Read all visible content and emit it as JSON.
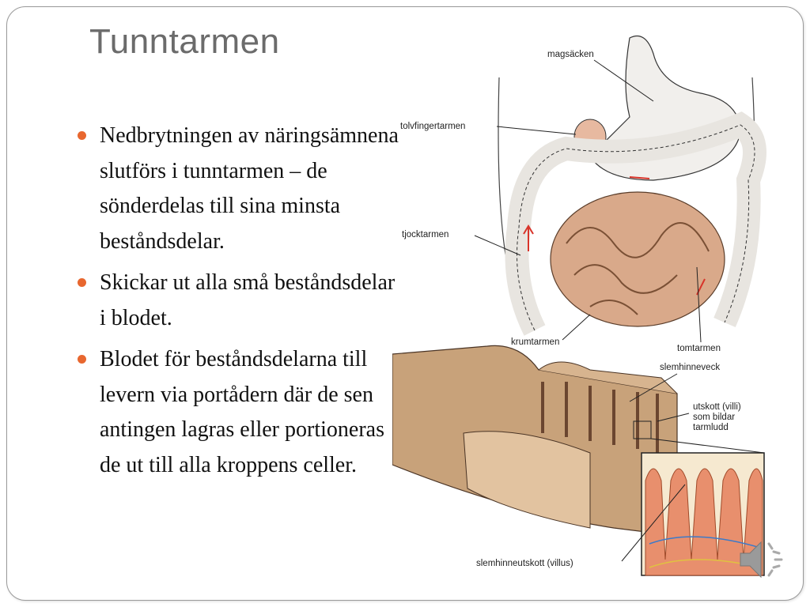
{
  "slide": {
    "title": "Tunntarmen",
    "bullets": [
      "Nedbrytningen av näringsämnena slutförs i tunntarmen – de sönderdelas till sina minsta beståndsdelar.",
      "Skickar ut alla små beståndsdelar i  blodet.",
      "Blodet för beståndsdelarna till levern via portådern där de sen antingen lagras eller portioneras de ut till alla kroppens celler."
    ]
  },
  "figure": {
    "labels": {
      "stomach": "magsäcken",
      "duodenum": "tolvfingertarmen",
      "colon": "tjocktarmen",
      "ileum": "krumtarmen",
      "jejunum": "tomtarmen",
      "folds": "slemhinneveck",
      "villi_line1": "utskott (villi)",
      "villi_line2": "som bildar",
      "villi_line3": "tarmludd",
      "villus": "slemhinneutskott (villus)"
    }
  },
  "colors": {
    "accent": "#e8672f",
    "title": "#6b6b6b",
    "intestine": "#d9a98a",
    "tissue": "#c8a27a"
  },
  "icons": {
    "audio": "speaker-icon"
  }
}
